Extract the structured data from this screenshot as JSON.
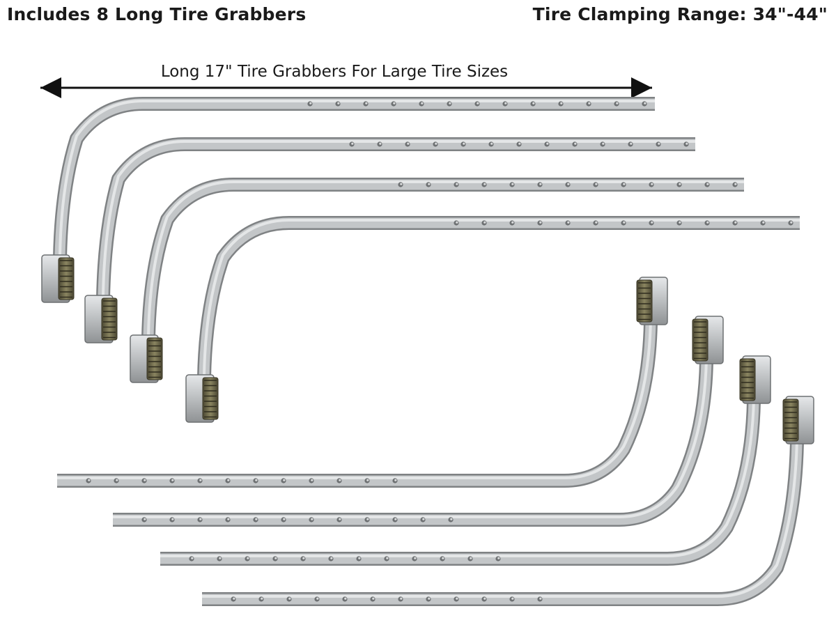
{
  "captions": {
    "left": "Includes 8 Long Tire Grabbers",
    "right": "Tire Clamping Range: 34\"-44\""
  },
  "dimension_label": "Long 17\" Tire Grabbers For Large Tire Sizes",
  "product": {
    "grabber_count": 8,
    "metal_color": "#b9bcbe",
    "pad_color": "#6f6a48"
  }
}
